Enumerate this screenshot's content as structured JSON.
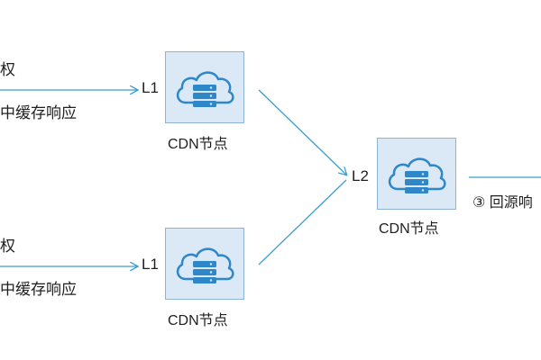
{
  "colors": {
    "line": "#3c9dd0",
    "node_fill": "#dbe9f6",
    "node_border": "#8fb3d6",
    "icon_blue": "#2e87c8"
  },
  "top_branch": {
    "label_fragment_1": "权",
    "label_fragment_2": "中缓存响应",
    "level": "L1",
    "node_caption": "CDN节点"
  },
  "bottom_branch": {
    "label_fragment_1": "权",
    "label_fragment_2": "中缓存响应",
    "level": "L1",
    "node_caption": "CDN节点"
  },
  "center": {
    "level": "L2",
    "node_caption": "CDN节点"
  },
  "right": {
    "label_fragment": "③ 回源响"
  }
}
